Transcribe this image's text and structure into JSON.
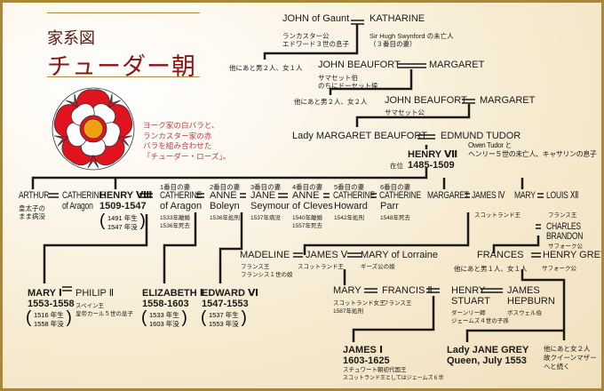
{
  "title": {
    "line1": "家系図",
    "line2": "チューダー朝"
  },
  "rose": {
    "name": "tudor-rose",
    "caption": [
      "ヨーク家の白バラと、",
      "ランカスター家の赤",
      "バラを組み合わせた",
      "「チューダー・ローズ」。"
    ],
    "colors": {
      "red": "#e0141e",
      "white": "#ffffff",
      "center": "#f0a010",
      "accent": "#8b1414",
      "border": "#a8873a"
    }
  },
  "gen1": {
    "john": "JOHN of Gaunt",
    "john_sub1": "ランカスター公",
    "john_sub2": "エドワード３世の息子",
    "katharine": "KATHARINE",
    "katharine_sub1": "Sir Hugh Swynford の未亡人",
    "katharine_sub2": "（３番目の妻）",
    "others": "他にあと男２人、女１人"
  },
  "gen2": {
    "john": "JOHN BEAUFORT",
    "john_sub1": "サマセット伯",
    "john_sub2": "のちにドーセット侯",
    "margaret": "MARGARET",
    "others": "他にあと男２人、女２人"
  },
  "gen3": {
    "john": "JOHN BEAUFORT",
    "john_sub": "サマセット公",
    "margaret": "MARGARET"
  },
  "gen4": {
    "lady": "Lady MARGARET BEAUFORT",
    "edmund": "EDMUND TUDOR",
    "edmund_sub1": "Owen Tudor と",
    "edmund_sub2": "ヘンリー５世の未亡人、キャサリンの息子"
  },
  "henry7": {
    "name": "HENRY Ⅶ",
    "reign_label": "在位",
    "reign": "1485-1509"
  },
  "row5": {
    "arthur": "ARTHUR",
    "arthur_sub1": "皇太子の",
    "arthur_sub2": "まま病没",
    "arthur_wife1": "CATHERINE",
    "arthur_wife2": "of Aragon",
    "henry8": "HENRY Ⅷ",
    "henry8_reign": "1509-1547",
    "henry8_born": "1491 年生",
    "henry8_died": "1547 年没",
    "wives": [
      {
        "order": "1番目の妻",
        "name1": "CATHERINE",
        "name2": "of Aragon",
        "note1": "1533年離婚",
        "note2": "1536年死去"
      },
      {
        "order": "2番目の妻",
        "name1": "ANNE",
        "name2": "Boleyn",
        "note1": "1536年処刑",
        "note2": ""
      },
      {
        "order": "3番目の妻",
        "name1": "JANE",
        "name2": "Seymour",
        "note1": "1537年病没",
        "note2": ""
      },
      {
        "order": "4番目の妻",
        "name1": "ANNE",
        "name2": "of Cleves",
        "note1": "1540年離婚",
        "note2": "1557年死去"
      },
      {
        "order": "5番目の妻",
        "name1": "CATHERINE",
        "name2": "Howard",
        "note1": "1542年処刑",
        "note2": ""
      },
      {
        "order": "6番目の妻",
        "name1": "CATHERINE",
        "name2": "Parr",
        "note1": "1548年死去",
        "note2": ""
      }
    ],
    "margaret": "MARGARET",
    "james4": "JAMES Ⅳ",
    "james4_sub": "スコットランド王",
    "mary": "MARY",
    "louis": "LOUIS Ⅻ",
    "louis_sub": "フランス王",
    "charles1": "CHARLES",
    "charles2": "BRANDON",
    "charles_sub": "サフォーク公"
  },
  "row6": {
    "madeline": "MADELINE",
    "madeline_sub1": "フランス王",
    "madeline_sub2": "フランシス１世の娘",
    "james5": "JAMES Ⅴ",
    "james5_sub": "スコットランド王",
    "mary_lorraine": "MARY of Lorraine",
    "mary_lorraine_sub": "ギーズ公の娘",
    "frances": "FRANCES",
    "frances_sub": "他にあと男１人、女１人",
    "henry_grey": "HENRY GREY",
    "henry_grey_sub": "サフォーク公"
  },
  "row7": {
    "mary1": "MARY Ⅰ",
    "mary1_reign": "1553-1558",
    "mary1_born": "1516 年生",
    "mary1_died": "1558 年没",
    "philip": "PHILIP Ⅱ",
    "philip_sub1": "スペイン王",
    "philip_sub2": "皇帝カール５世の息子",
    "elizabeth": "ELIZABETH Ⅰ",
    "elizabeth_reign": "1558-1603",
    "elizabeth_born": "1533 年生",
    "elizabeth_died": "1603 年没",
    "edward": "EDWARD Ⅵ",
    "edward_reign": "1547-1553",
    "edward_born": "1537 年生",
    "edward_died": "1553 年没",
    "mary_scots": "MARY",
    "mary_scots_sub1": "スコットランド女王",
    "mary_scots_sub2": "1587年処刑",
    "francis": "FRANCIS Ⅱ",
    "francis_sub": "フランス王",
    "henry_stuart1": "HENRY",
    "henry_stuart2": "STUART",
    "henry_stuart_sub1": "ダーンリー卿",
    "henry_stuart_sub2": "ジェームズ４世の子孫",
    "james_hepburn1": "JAMES",
    "james_hepburn2": "HEPBURN",
    "james_hepburn_sub": "ボスウェル伯"
  },
  "row8": {
    "james1": "JAMES Ⅰ",
    "james1_reign": "1603-1625",
    "james1_sub1": "スチュワート朝初代国王",
    "james1_sub2": "スコットランド王としてはジェームズ６世",
    "jane_grey": "Lady JANE GREY",
    "jane_grey_sub": "Queen, July 1553",
    "others1": "他にあと女２人",
    "others2": "故クイーンマザー",
    "others3": "へと続く"
  }
}
